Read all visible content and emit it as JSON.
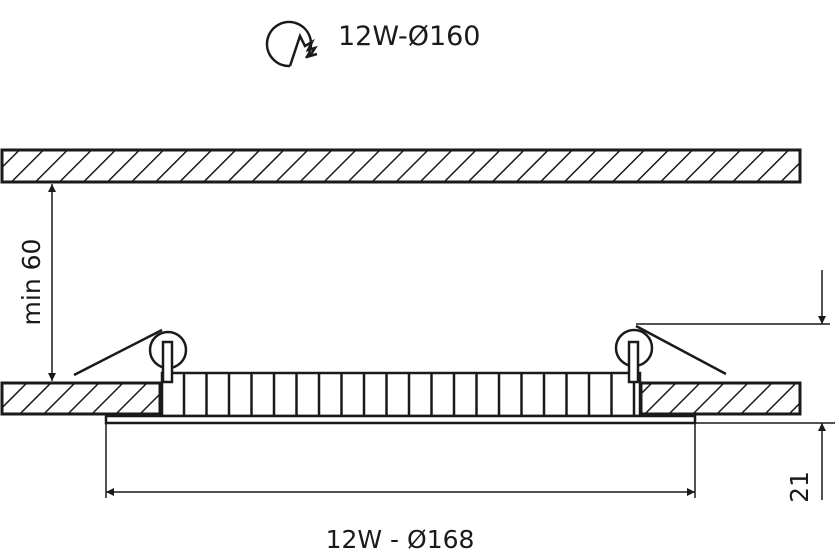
{
  "header": {
    "icon": "cutout-hole-icon",
    "cutout_label": "12W-Ø160"
  },
  "dimensions": {
    "min_depth_label": "min 60",
    "height_label": "21",
    "outer_diameter_label": "12W - Ø168"
  },
  "colors": {
    "line": "#1a1a1a",
    "background": "#ffffff"
  }
}
